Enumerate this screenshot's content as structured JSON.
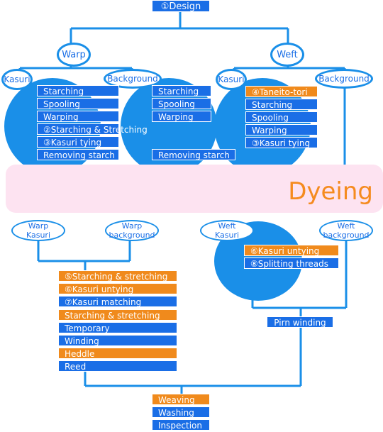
{
  "title": "①Design",
  "dyeing": "Dyeing",
  "branches": {
    "warp": "Warp",
    "weft": "Weft"
  },
  "top_nodes": {
    "warp_kasuri": "Kasuri",
    "warp_background": "Background",
    "weft_kasuri": "Kasuri",
    "weft_background": "Background"
  },
  "bottom_nodes": {
    "warp_kasuri": [
      "Warp",
      "Kasuri"
    ],
    "warp_background": [
      "Warp",
      "background"
    ],
    "weft_kasuri": [
      "Weft",
      "Kasuri"
    ],
    "weft_background": [
      "Weft",
      "background"
    ]
  },
  "warp_kasuri_steps": [
    {
      "label": "Starching",
      "color": "blue"
    },
    {
      "label": "Spooling",
      "color": "blue"
    },
    {
      "label": "Warping",
      "color": "blue"
    },
    {
      "label": "②Starching & Stretching",
      "color": "blue"
    },
    {
      "label": "③Kasuri tying",
      "color": "blue"
    },
    {
      "label": "Removing starch",
      "color": "blue"
    }
  ],
  "warp_background_steps": [
    {
      "label": "Starching",
      "color": "blue"
    },
    {
      "label": "Spooling",
      "color": "blue"
    },
    {
      "label": "Warping",
      "color": "blue"
    },
    {
      "label": "Removing starch",
      "color": "blue"
    }
  ],
  "weft_kasuri_steps": [
    {
      "label": "④Taneito-tori",
      "color": "orange"
    },
    {
      "label": "Starching",
      "color": "blue"
    },
    {
      "label": "Spooling",
      "color": "blue"
    },
    {
      "label": "Warping",
      "color": "blue"
    },
    {
      "label": "③Kasuri tying",
      "color": "blue"
    }
  ],
  "weft_after_steps": [
    {
      "label": "⑥Kasuri untying",
      "color": "orange"
    },
    {
      "label": "⑧Splitting threads",
      "color": "blue"
    }
  ],
  "warp_after_steps": [
    {
      "label": "⑤Starching & stretching",
      "color": "orange"
    },
    {
      "label": "⑥Kasuri untying",
      "color": "orange"
    },
    {
      "label": "⑦Kasuri matching",
      "color": "blue"
    },
    {
      "label": "Starching & stretching",
      "color": "orange"
    },
    {
      "label": "Temporary",
      "color": "blue"
    },
    {
      "label": "Winding",
      "color": "blue"
    },
    {
      "label": "Heddle",
      "color": "orange"
    },
    {
      "label": "Reed",
      "color": "blue"
    }
  ],
  "pirn_winding": "Pirn winding",
  "final_steps": [
    {
      "label": "Weaving",
      "color": "orange"
    },
    {
      "label": "Washing",
      "color": "blue"
    },
    {
      "label": "Inspection",
      "color": "blue"
    }
  ],
  "colors": {
    "line": "#1a8fe8",
    "blue_box": "#1a6ee6",
    "orange_box": "#f08a1c",
    "dyeing_band": "#fde3f1",
    "dyeing_text": "#f58b1f"
  }
}
